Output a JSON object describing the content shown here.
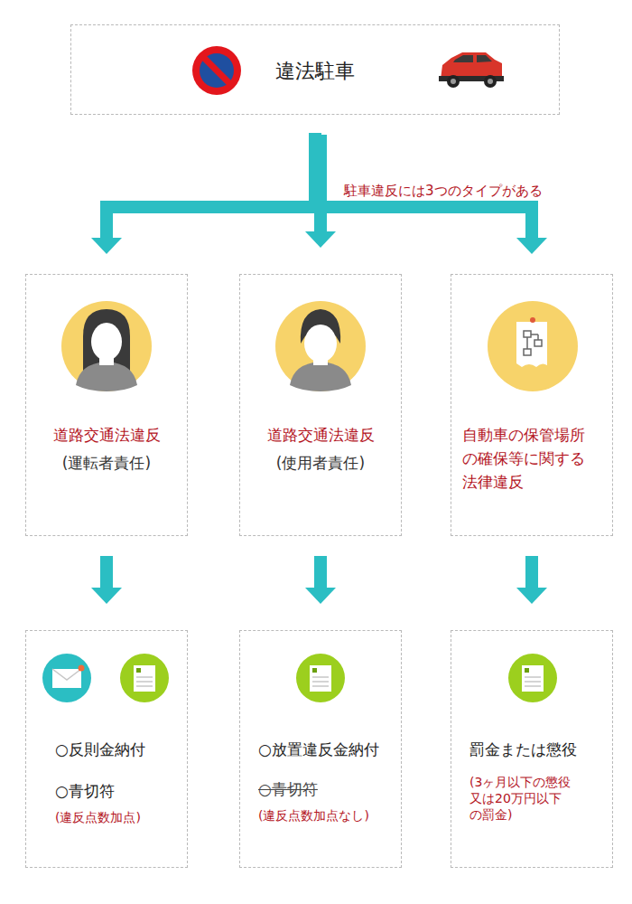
{
  "diagram": {
    "nodes": [
      {
        "text": [
          "違法駐車"
        ]
      },
      {
        "text": [
          "道路交通法違反",
          "(運転者責任)"
        ]
      },
      {
        "text": [
          "道路交通法違反",
          "(使用者責任)"
        ]
      },
      {
        "text": [
          "自動車の保管場所 の確保等に関する 法律違反"
        ]
      },
      {
        "text": [
          "○反則金納付",
          "○青切符",
          "(違反点数加点)"
        ]
      },
      {
        "text": [
          "○放置違反金納付",
          "○青切符",
          "(違反点数加点なし)"
        ]
      },
      {
        "text": [
          "罰金または懲役",
          "(3ヶ月以下の懲役 又は20万円以下 の罰金)"
        ]
      }
    ],
    "edges": [
      {
        "from": 0,
        "to": 1,
        "arrow": "to"
      },
      {
        "from": 0,
        "to": 2,
        "arrow": "to",
        "label": "駐車違反には3つのタイプがある"
      },
      {
        "from": 0,
        "to": 3,
        "arrow": "to"
      },
      {
        "from": 1,
        "to": 4,
        "arrow": "to"
      },
      {
        "from": 2,
        "to": 5,
        "arrow": "to"
      },
      {
        "from": 3,
        "to": 6,
        "arrow": "to"
      }
    ]
  }
}
